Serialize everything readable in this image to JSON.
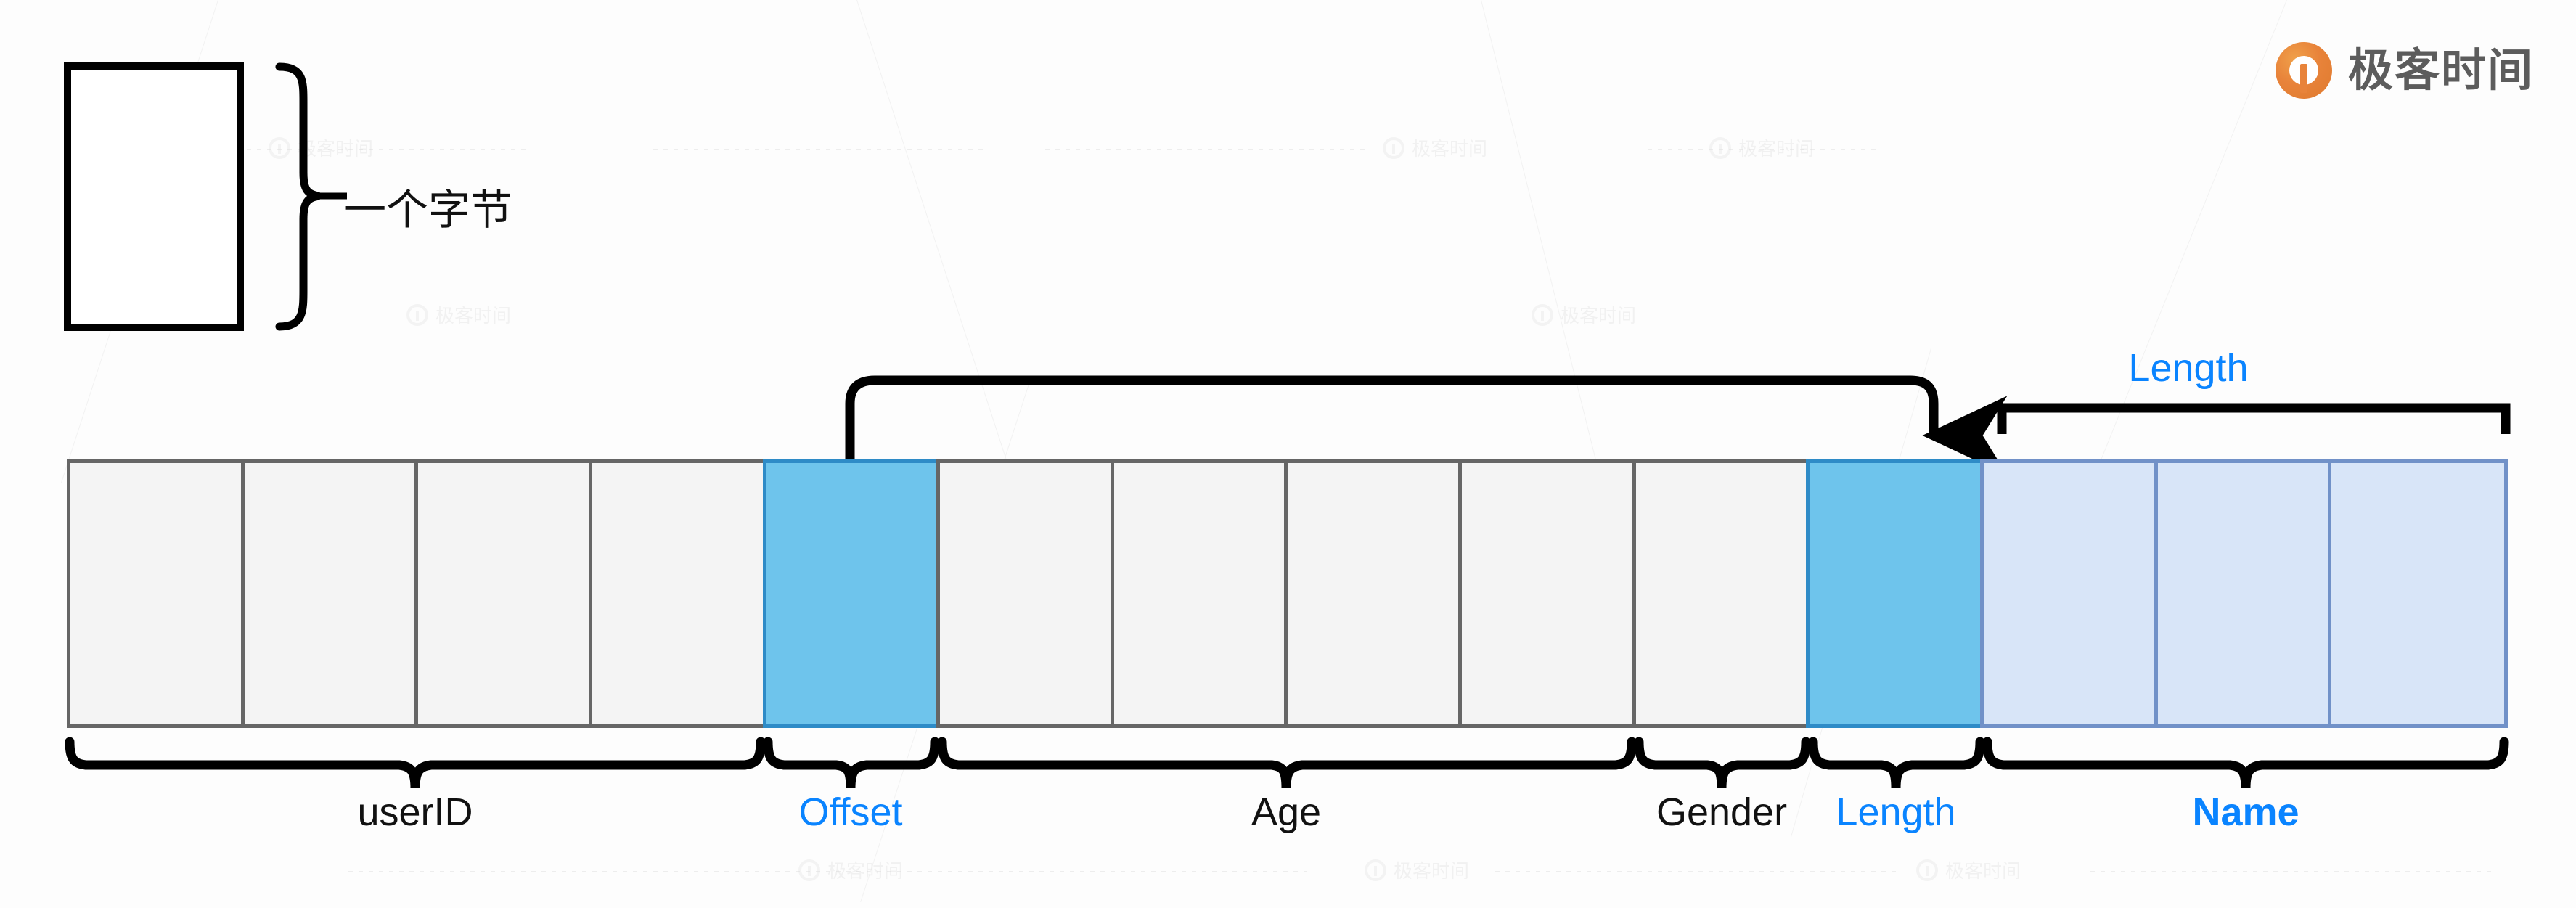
{
  "brand": {
    "name": "极客时间",
    "mark_icon": "geektime-logo-icon",
    "color": "#e8833a"
  },
  "legend": {
    "label": "一个字节",
    "brace_icon": "right-curly-brace-icon"
  },
  "diagram": {
    "title": "",
    "colors": {
      "cell_plain_fill": "#f4f4f4",
      "cell_plain_border": "#666666",
      "cell_highlight_fill": "#6ec4ec",
      "cell_highlight_border": "#2e8bc7",
      "cell_name_fill": "#d8e5f8",
      "cell_name_border": "#7191c8",
      "accent_blue": "#0a84ff",
      "ink": "#111111"
    },
    "total_cells": 14,
    "cells": [
      {
        "index": 0,
        "style": "plain",
        "segment": "userID"
      },
      {
        "index": 1,
        "style": "plain",
        "segment": "userID"
      },
      {
        "index": 2,
        "style": "plain",
        "segment": "userID"
      },
      {
        "index": 3,
        "style": "plain",
        "segment": "userID"
      },
      {
        "index": 4,
        "style": "highlight",
        "segment": "Offset"
      },
      {
        "index": 5,
        "style": "plain",
        "segment": "Age"
      },
      {
        "index": 6,
        "style": "plain",
        "segment": "Age"
      },
      {
        "index": 7,
        "style": "plain",
        "segment": "Age"
      },
      {
        "index": 8,
        "style": "plain",
        "segment": "Age"
      },
      {
        "index": 9,
        "style": "plain",
        "segment": "Gender"
      },
      {
        "index": 10,
        "style": "highlight",
        "segment": "Length"
      },
      {
        "index": 11,
        "style": "name",
        "segment": "Name"
      },
      {
        "index": 12,
        "style": "name",
        "segment": "Name"
      },
      {
        "index": 13,
        "style": "name",
        "segment": "Name"
      }
    ],
    "bottom_segments": [
      {
        "label": "userID",
        "color": "dark",
        "start": 0,
        "span": 4
      },
      {
        "label": "Offset",
        "color": "blue",
        "start": 4,
        "span": 1
      },
      {
        "label": "Age",
        "color": "dark",
        "start": 5,
        "span": 4
      },
      {
        "label": "Gender",
        "color": "dark",
        "start": 9,
        "span": 1
      },
      {
        "label": "Length",
        "color": "blue",
        "start": 10,
        "span": 1
      },
      {
        "label": "Name",
        "color": "blue-bold",
        "start": 11,
        "span": 3
      }
    ],
    "top_bracket": {
      "label": "Length",
      "color": "blue",
      "start": 11,
      "span": 3,
      "icon": "square-bracket-icon"
    },
    "pointer_arrow": {
      "from_cell": 4,
      "to_cell": 10,
      "icon": "elbow-arrow-icon",
      "description": "Offset points to Length"
    }
  }
}
